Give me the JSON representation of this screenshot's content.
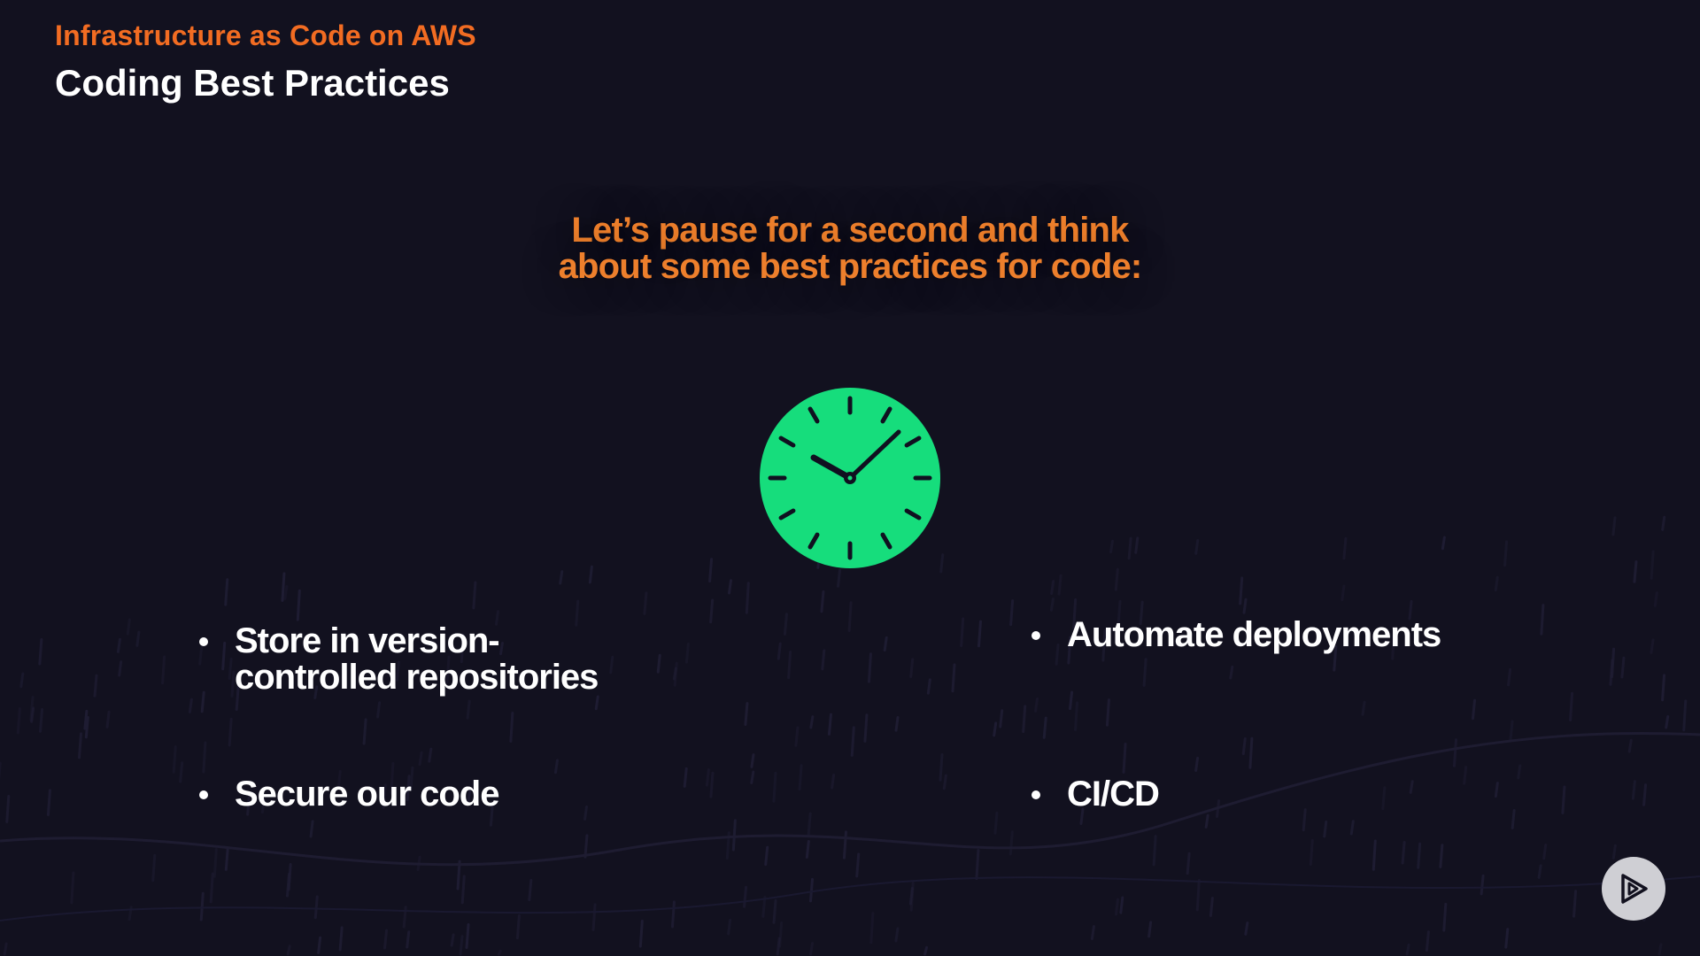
{
  "header": {
    "course_title": "Infrastructure as Code on AWS",
    "module_title": "Coding Best Practices"
  },
  "main": {
    "prompt_line_1": "Let’s pause for a second and think",
    "prompt_line_2": "about some best practices for code:",
    "clock_icon": "clock-icon",
    "bullets": [
      {
        "line_1": "Store in version-",
        "line_2": "controlled repositories"
      },
      {
        "line_1": "Automate deployments"
      },
      {
        "line_1": "Secure our code"
      },
      {
        "line_1": "CI/CD"
      }
    ]
  },
  "player": {
    "icon": "play-icon"
  },
  "colors": {
    "background": "#12111f",
    "accent_orange": "#f26c22",
    "prompt_orange": "#ed7f2c",
    "clock_green": "#16dd7c",
    "text": "#ffffff",
    "play_button": "#cfcfd4"
  }
}
